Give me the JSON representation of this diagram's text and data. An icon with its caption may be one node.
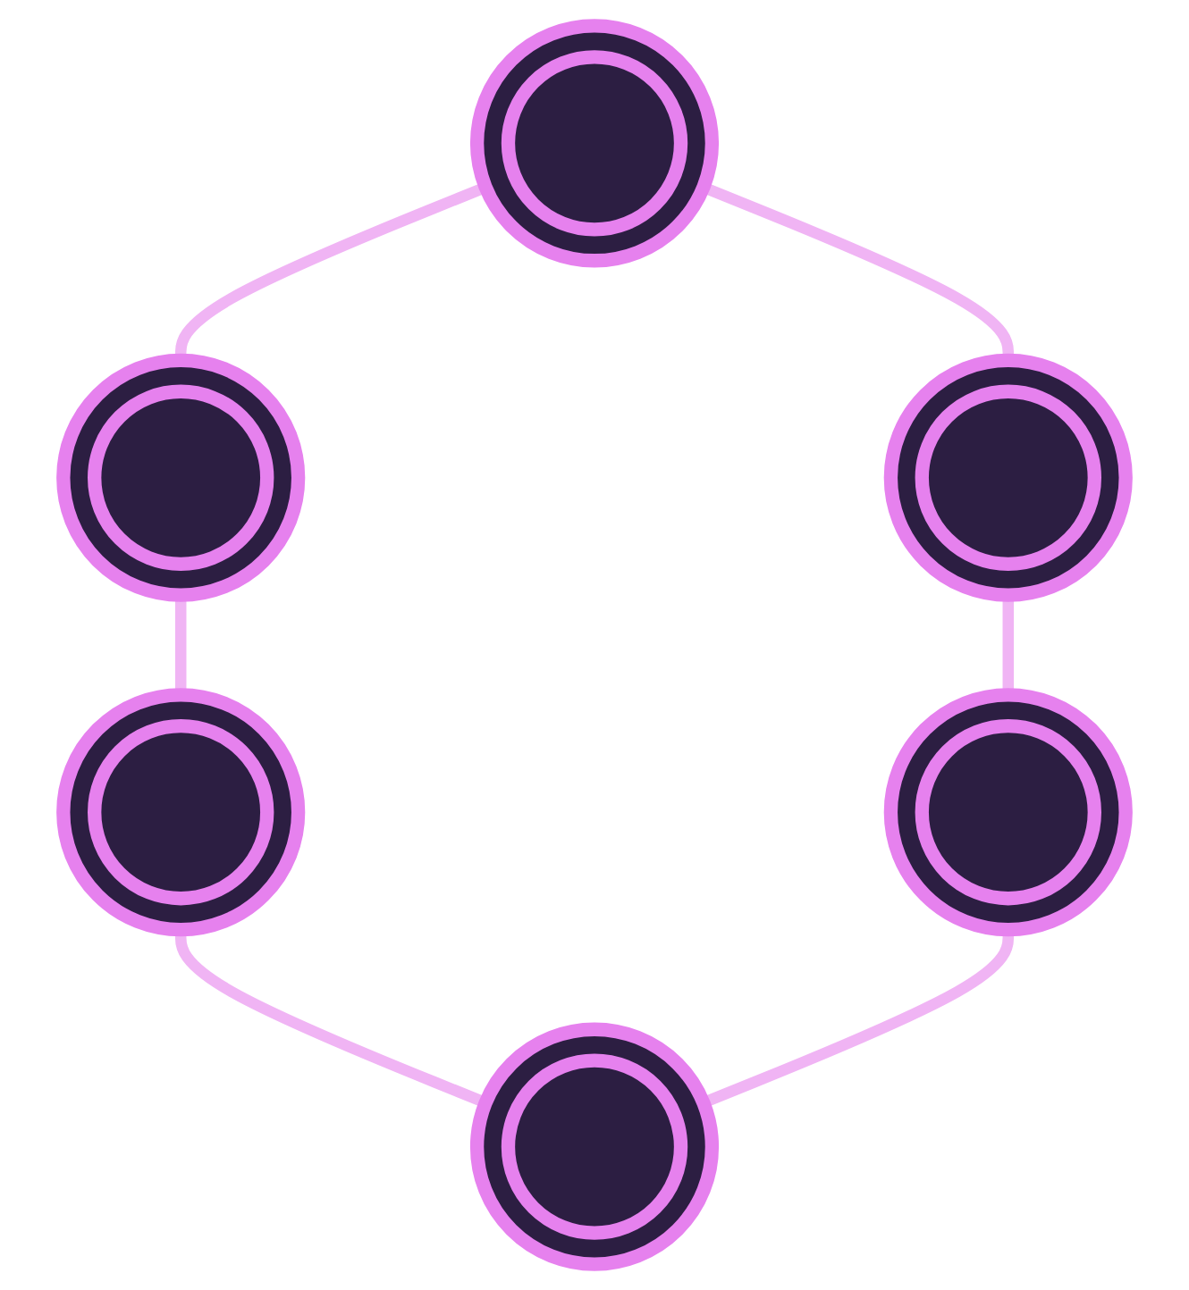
{
  "diagram": {
    "nodes": [
      {
        "text": [],
        "shape": "circle"
      },
      {
        "text": [],
        "shape": "circle"
      },
      {
        "text": [],
        "shape": "circle"
      },
      {
        "text": [],
        "shape": "circle"
      },
      {
        "text": [],
        "shape": "circle"
      },
      {
        "text": [],
        "shape": "circle"
      }
    ],
    "edges": [
      {
        "from": 0,
        "to": 1,
        "arrow": "none"
      },
      {
        "from": 0,
        "to": 2,
        "arrow": "none"
      },
      {
        "from": 1,
        "to": 3,
        "arrow": "none"
      },
      {
        "from": 2,
        "to": 4,
        "arrow": "none"
      },
      {
        "from": 3,
        "to": 5,
        "arrow": "none"
      },
      {
        "from": 4,
        "to": 5,
        "arrow": "none"
      }
    ]
  }
}
